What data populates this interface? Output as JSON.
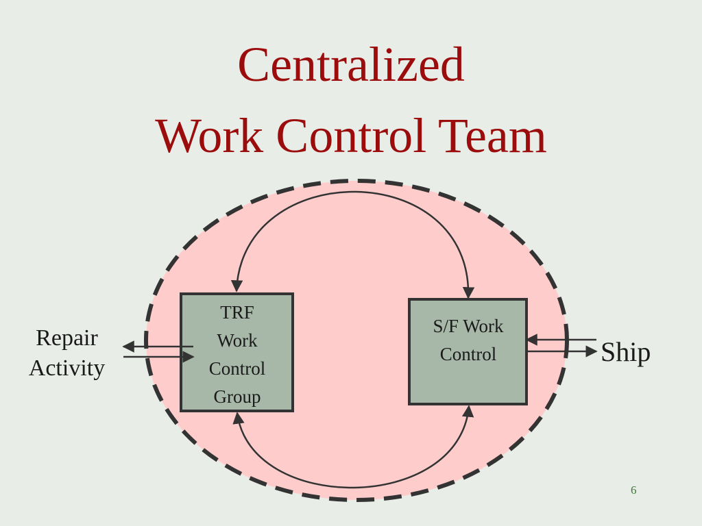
{
  "title": {
    "line1": "Centralized",
    "line2": "Work Control Team"
  },
  "nodes": {
    "trf": {
      "label": "TRF\nWork\nControl\nGroup"
    },
    "sf": {
      "label": "S/F Work\nControl"
    },
    "repair": {
      "label": "Repair\nActivity"
    },
    "ship": {
      "label": "Ship"
    }
  },
  "page_number": "6",
  "colors": {
    "title": "#9b0d0d",
    "background": "#e9ede8",
    "circle_fill": "#ffcccc",
    "box_fill": "#a8b8a8",
    "stroke": "#333333"
  }
}
